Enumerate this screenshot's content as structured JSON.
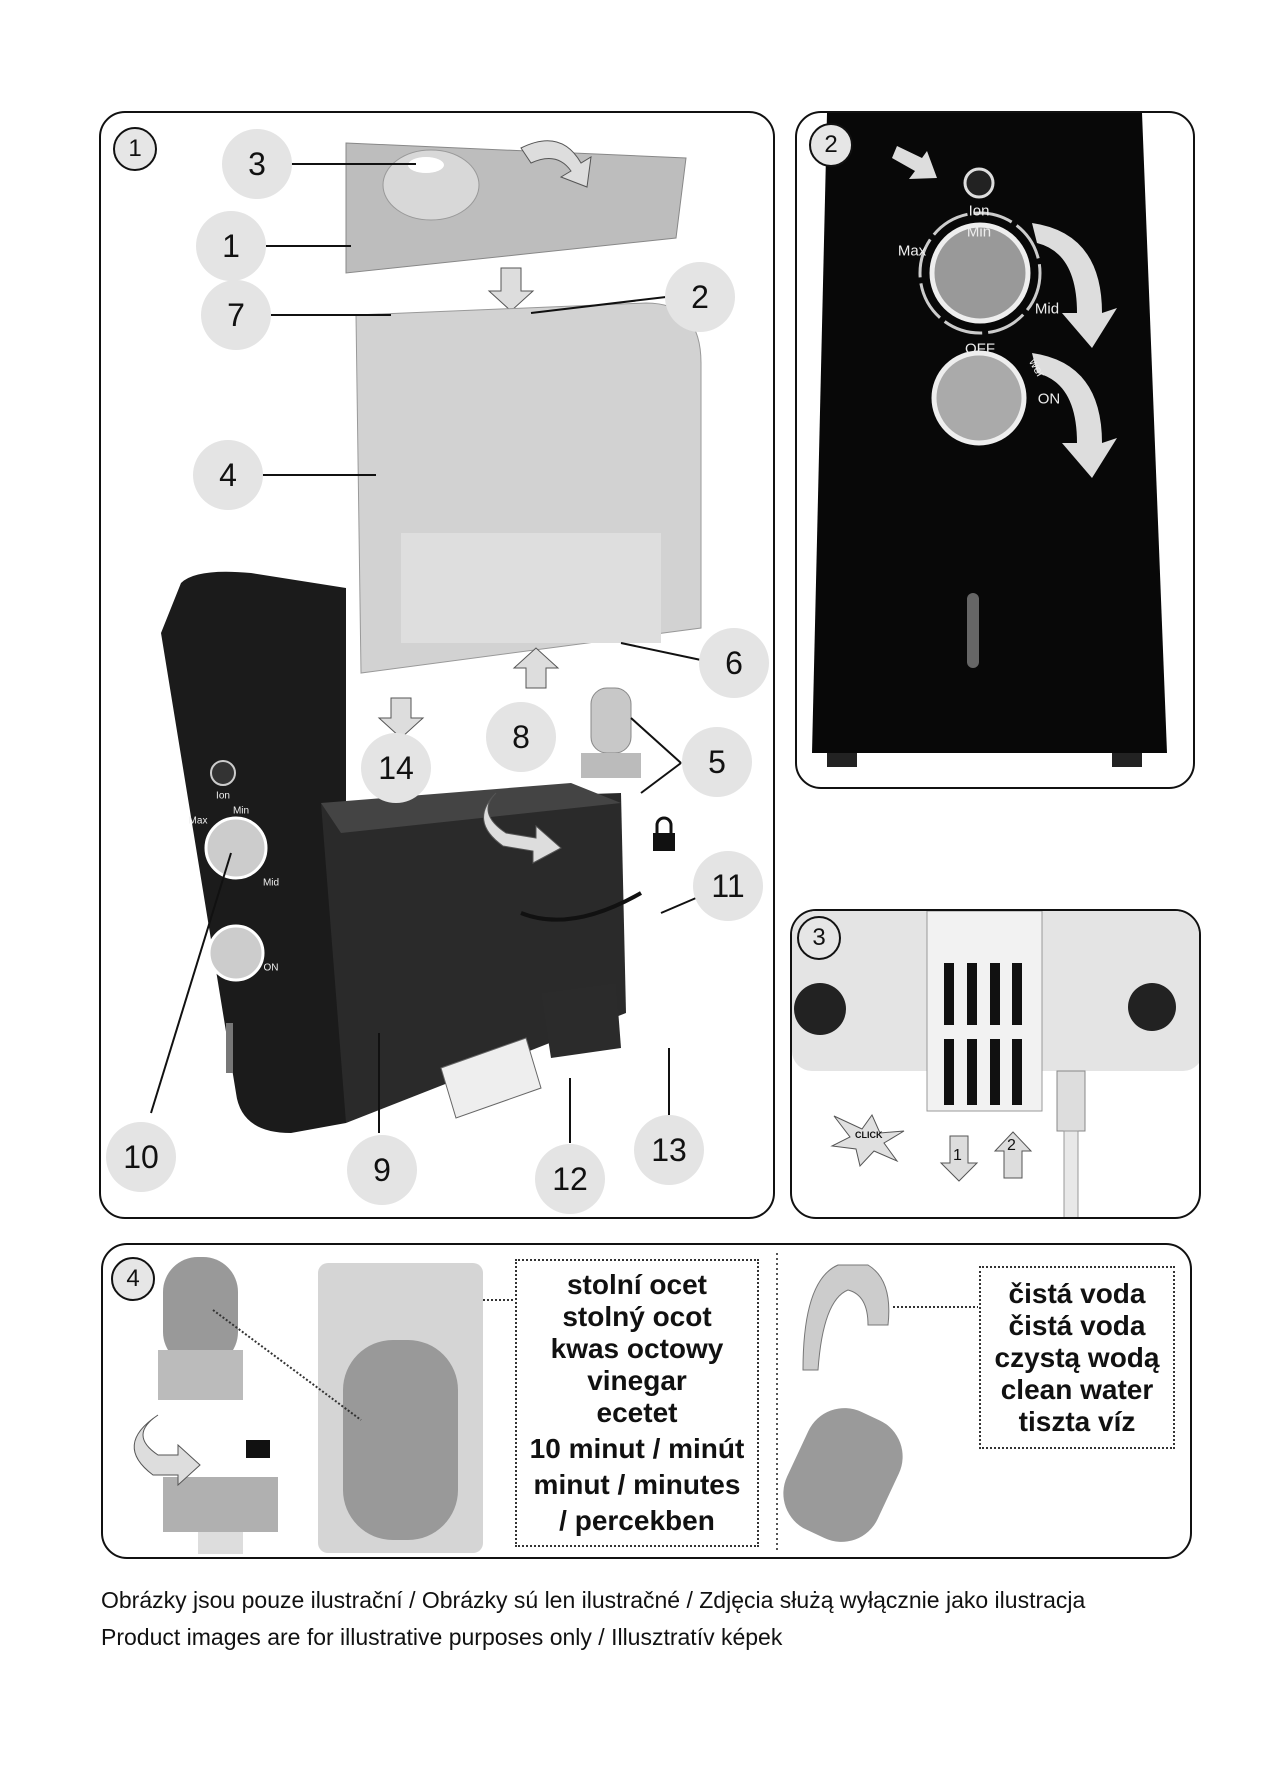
{
  "panels": {
    "p1": {
      "number": "1",
      "labels": [
        "3",
        "1",
        "7",
        "2",
        "4",
        "6",
        "8",
        "5",
        "14",
        "11",
        "10",
        "9",
        "12",
        "13"
      ],
      "device_text": {
        "ion": "Ion",
        "max": "Max",
        "min": "Min",
        "mid": "Mid",
        "on": "ON"
      }
    },
    "p2": {
      "number": "2",
      "ion": "Ion",
      "min": "Min",
      "max": "Max",
      "mid": "Mid",
      "off": "OFF",
      "on": "ON",
      "power": "wer"
    },
    "p3": {
      "number": "3",
      "click": "CLICK",
      "arrow_down": "1",
      "arrow_up": "2"
    },
    "p4": {
      "number": "4",
      "vinegar_lines": [
        "stolní ocet",
        "stolný ocot",
        "kwas octowy",
        "vinegar",
        "ecetet",
        "10 minut / minút",
        "minut / minutes",
        "/ percekben"
      ],
      "water_lines": [
        "čistá voda",
        "čistá voda",
        "czystą wodą",
        "clean water",
        "tiszta víz"
      ]
    }
  },
  "footer": {
    "line1": "Obrázky jsou pouze ilustrační / Obrázky sú len ilustračné / Zdjęcia służą wyłącznie jako ilustracja",
    "line2": "Product images are for illustrative purposes only / Illusztratív képek"
  }
}
